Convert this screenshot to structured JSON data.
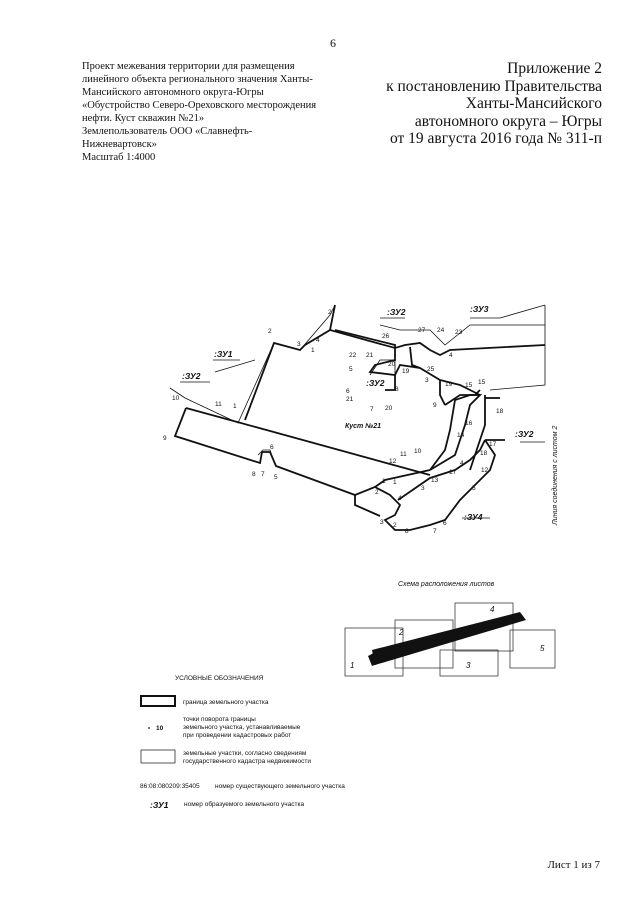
{
  "page_number": "6",
  "project_lines": [
    "Проект межевания территории для размещения",
    "линейного объекта регионального значения Ханты-",
    "Мансийского автономного округа-Югры",
    "«Обустройство Северо-Ореховского месторождения",
    "нефти. Куст скважин №21»",
    "Землепользователь  ООО «Славнефть-",
    "Нижневартовск»",
    "Масштаб 1:4000"
  ],
  "annex_lines": [
    "Приложение 2",
    "к постановлению Правительства",
    "Ханты-Мансийского",
    "автономного округа – Югры",
    "от 19 августа 2016 года № 311-п"
  ],
  "map": {
    "zone_labels": [
      ":ЗУ2",
      ":ЗУ1",
      ":ЗУ2",
      ":ЗУ2",
      ":ЗУ3",
      ":ЗУ2",
      ":ЗУ4"
    ],
    "site_label": "Куст №21",
    "connection_line_label": "Линия соединения с листом 2",
    "point_labels": [
      "10",
      "11",
      "1",
      "9",
      "2",
      "3",
      "4",
      "1",
      "2",
      "26",
      "27",
      "24",
      "23",
      "4",
      "25",
      "3",
      "22",
      "21",
      "5",
      "20",
      "19",
      "8",
      "6",
      "21",
      "7",
      "20",
      "19",
      "15",
      "15",
      "9",
      "18",
      "16",
      "14",
      "17",
      "12",
      "11",
      "10",
      "1",
      "13",
      "17",
      "4",
      "18",
      "12",
      "5",
      "2",
      "4",
      "3",
      "1",
      "8",
      "7",
      "6",
      "6",
      "8",
      "7",
      "5",
      "3",
      "2"
    ]
  },
  "scheme": {
    "title": "Схема расположения листов",
    "sheets": [
      "1",
      "2",
      "3",
      "4",
      "5"
    ]
  },
  "legend": {
    "title": "УСЛОВНЫЕ ОБОЗНАЧЕНИЯ",
    "boundary": "граница земельного участка",
    "points_sample": "10",
    "points_lines": [
      "точки поворота границы",
      "земельного участка, устанавливаемые",
      "при проведении кадастровых работ"
    ],
    "cadastre_lines": [
      "земельные участки, согласно сведениям",
      "государственного кадастра недвижимости"
    ],
    "existing_number": "86:08:080209:35405",
    "existing_text": "номер существующего земельного участка",
    "new_number": ":ЗУ1",
    "new_text": "номер образуемого земельного участка"
  },
  "footer": "Лист 1 из 7"
}
